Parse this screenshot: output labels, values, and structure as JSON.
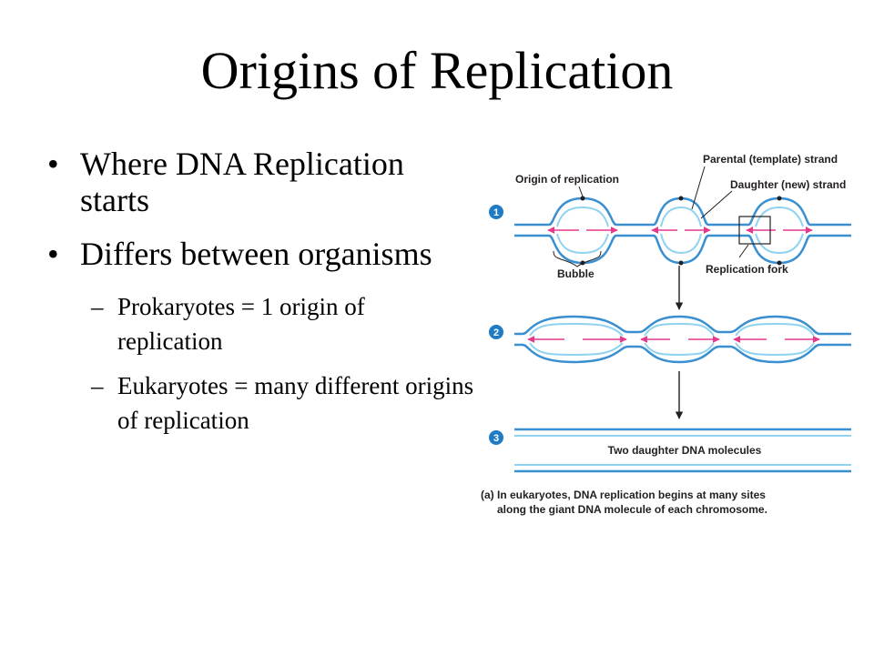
{
  "slide": {
    "title": "Origins of Replication",
    "bullets": [
      {
        "text": "Where DNA Replication starts"
      },
      {
        "text": "Differs between organisms"
      }
    ],
    "sub_bullets": [
      {
        "text": "Prokaryotes = 1 origin of replication"
      },
      {
        "text": "Eukaryotes = many different origins of replication"
      }
    ],
    "bullet_glyph": "•",
    "sub_bullet_glyph": "–"
  },
  "diagram": {
    "labels": {
      "origin": "Origin of replication",
      "parental": "Parental (template) strand",
      "daughter": "Daughter (new) strand",
      "bubble": "Bubble",
      "fork": "Replication fork",
      "molecules": "Two daughter DNA molecules",
      "caption_prefix": "(a)",
      "caption_line1": "In eukaryotes, DNA replication begins at many sites",
      "caption_line2": "along the giant DNA molecule of each chromosome."
    },
    "steps": [
      "1",
      "2",
      "3"
    ],
    "colors": {
      "parental_strand": "#3a8fd0",
      "daughter_strand": "#8fd3ef",
      "arrow": "#e5398a",
      "step_badge": "#1e7bc4",
      "line": "#231f20"
    }
  }
}
